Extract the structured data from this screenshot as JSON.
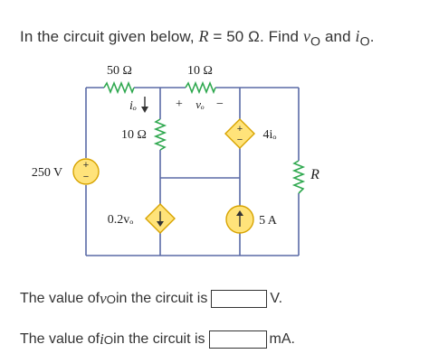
{
  "question": {
    "prefix": "In the circuit given below, ",
    "r_symbol": "R",
    "equals_value": " = 50 Ω. Find ",
    "vo_symbol": "v",
    "vo_sub": "O",
    "and_text": " and ",
    "io_symbol": "i",
    "io_sub": "O",
    "end_text": "."
  },
  "circuit": {
    "resistor_top_left": "50 Ω",
    "resistor_top_right": "10 Ω",
    "resistor_middle": "10 Ω",
    "voltage_source": "250 V",
    "dependent_voltage_source": "4iₒ",
    "resistor_right": "R",
    "dependent_current_source": "0.2vₒ",
    "current_source": "5 A",
    "io_label": "iₒ",
    "vo_label": "vₒ",
    "plus_sign": "+",
    "minus_sign": "−"
  },
  "answers": {
    "vo_prefix": "The value of ",
    "vo_symbol": "v",
    "vo_sub": "O",
    "vo_suffix": " in the circuit is",
    "vo_unit": "V.",
    "io_prefix": "The value of ",
    "io_symbol": "i",
    "io_sub": "O",
    "io_suffix": " in the circuit is",
    "io_unit": "mA."
  },
  "colors": {
    "wire": "#5a6aa6",
    "source_fill": "#ffe37a",
    "source_outline": "#d7a300",
    "text": "#333333"
  }
}
